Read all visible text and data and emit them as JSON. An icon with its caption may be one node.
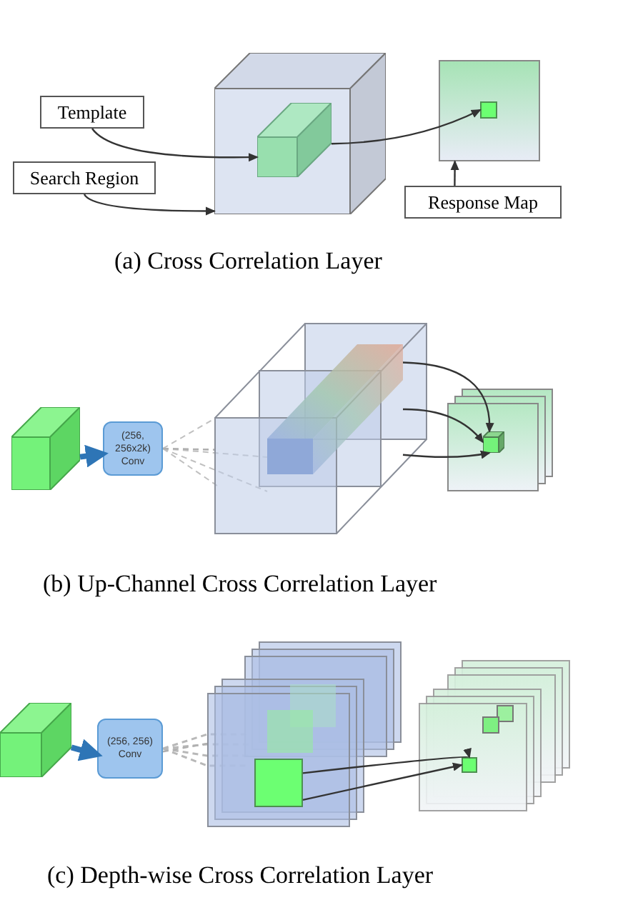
{
  "diagram": {
    "nodes": [
      {
        "text": [
          "Template"
        ]
      },
      {
        "text": [
          "Search Region"
        ]
      },
      {
        "text": [],
        "shape": "box"
      },
      {
        "text": [],
        "shape": "box",
        "in": 2
      },
      {
        "text": [],
        "shape": "box"
      },
      {
        "text": [],
        "shape": "box",
        "in": 4
      },
      {
        "text": [
          "Response Map"
        ]
      },
      {
        "text": [],
        "shape": "box"
      },
      {
        "text": [
          "(256, 256x2k) Conv"
        ]
      },
      {
        "text": [],
        "shape": "box"
      },
      {
        "text": [],
        "shape": "box",
        "in": 9
      },
      {
        "text": [],
        "shape": "box"
      },
      {
        "text": [],
        "shape": "box",
        "in": 11
      },
      {
        "text": [],
        "shape": "box"
      },
      {
        "text": [
          "(256, 256) Conv"
        ]
      },
      {
        "text": [],
        "shape": "box"
      },
      {
        "text": [],
        "shape": "box",
        "in": 15
      },
      {
        "text": [],
        "shape": "box"
      },
      {
        "text": [],
        "shape": "box",
        "in": 17
      }
    ],
    "edges": [
      {
        "from": 0,
        "to": 3,
        "arrow": "to"
      },
      {
        "from": 1,
        "to": 2,
        "arrow": "to"
      },
      {
        "from": 3,
        "to": 5,
        "arrow": "to"
      },
      {
        "from": 6,
        "to": 4,
        "arrow": "to"
      },
      {
        "from": 7,
        "to": 8,
        "arrow": "to",
        "style": "thick",
        "color": "#2e75b6"
      },
      {
        "from": 8,
        "to": 9,
        "arrow": "none",
        "style": "dashed",
        "color": "#b0b0b0"
      },
      {
        "from": 10,
        "to": 12,
        "arrow": "to"
      },
      {
        "from": 10,
        "to": 12,
        "arrow": "to"
      },
      {
        "from": 10,
        "to": 12,
        "arrow": "to"
      },
      {
        "from": 13,
        "to": 14,
        "arrow": "to",
        "style": "thick",
        "color": "#2e75b6"
      },
      {
        "from": 14,
        "to": 15,
        "arrow": "none",
        "style": "dashed",
        "color": "#b0b0b0"
      },
      {
        "from": 16,
        "to": 18,
        "arrow": "to"
      },
      {
        "from": 16,
        "to": 18,
        "arrow": "to"
      }
    ],
    "labels": [
      "(a) Cross Correlation Layer",
      "(b) Up-Channel Cross Correlation Layer",
      "(c) Depth-wise Cross Correlation Layer"
    ]
  }
}
